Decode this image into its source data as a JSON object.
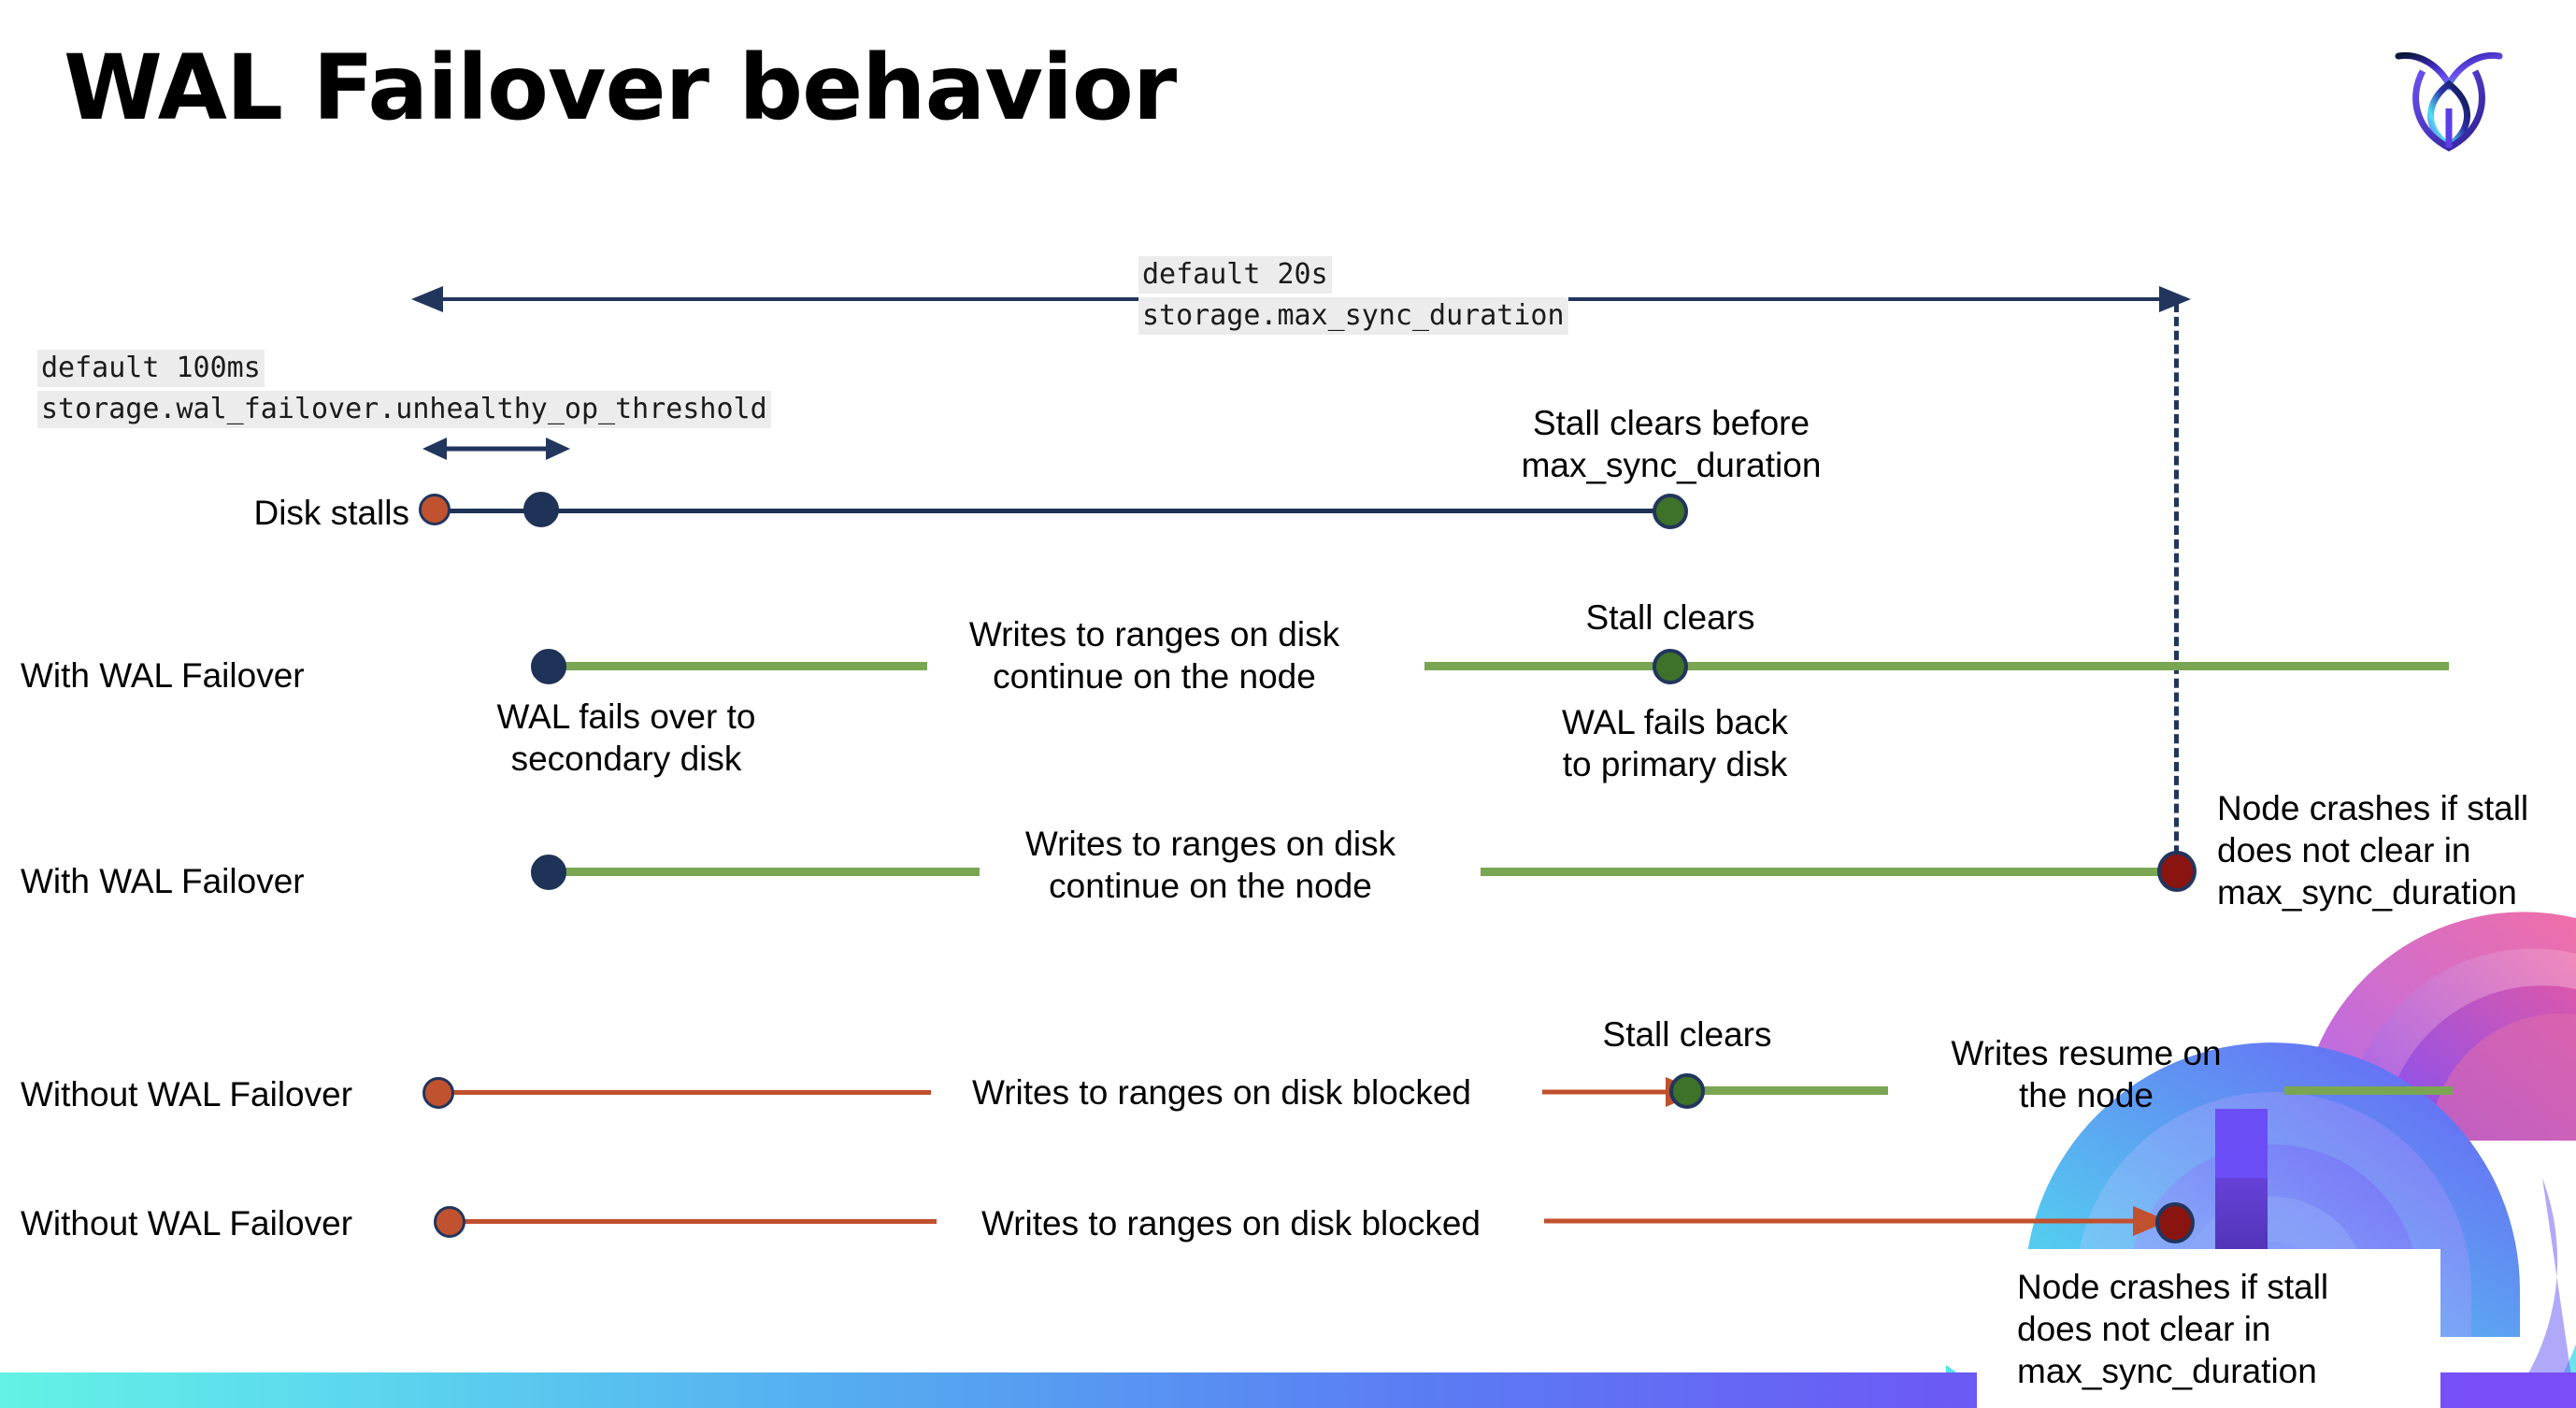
{
  "slide": {
    "title": "WAL Failover behavior",
    "logo_name": "cockroach-labs-logo"
  },
  "settings": {
    "max_sync": {
      "default_text": "default 20s",
      "setting_name": "storage.max_sync_duration"
    },
    "unhealthy_op": {
      "default_text": "default 100ms",
      "setting_name": "storage.wal_failover.unhealthy_op_threshold"
    }
  },
  "rows": [
    {
      "id": "disk-stalls",
      "label": "Disk stalls",
      "annotation": "Stall clears before\nmax_sync_duration",
      "annotation_line1": "Stall clears before",
      "annotation_line2": "max_sync_duration"
    },
    {
      "id": "with-wal-failover-1",
      "label": "With WAL Failover",
      "below_start_line1": "WAL fails over to",
      "below_start_line2": "secondary disk",
      "mid_line1": "Writes to ranges on disk",
      "mid_line2": "continue on the node",
      "above_clear": "Stall clears",
      "below_clear_line1": "WAL fails  back",
      "below_clear_line2": "to primary disk"
    },
    {
      "id": "with-wal-failover-2",
      "label": "With WAL Failover",
      "mid_line1": "Writes to ranges on disk",
      "mid_line2": "continue on the node",
      "crash_line1": "Node crashes if stall",
      "crash_line2": "does not clear in",
      "crash_line3": "max_sync_duration"
    },
    {
      "id": "without-wal-failover-1",
      "label": "Without WAL Failover",
      "mid_text": "Writes to ranges on disk  blocked",
      "above_clear": "Stall clears",
      "resume_line1": "Writes resume on",
      "resume_line2": "the node"
    },
    {
      "id": "without-wal-failover-2",
      "label": "Without WAL Failover",
      "mid_text": "Writes to ranges on disk  blocked",
      "crash_line1": "Node crashes if stall",
      "crash_line2": "does not clear in",
      "crash_line3": "max_sync_duration"
    }
  ],
  "markers": {
    "stall_start": "disk-stall-start-marker",
    "failover_trigger": "failover-trigger-marker",
    "stall_clear": "stall-clear-marker",
    "node_crash": "node-crash-marker"
  },
  "colors": {
    "navy": "#1f3257",
    "green_line": "#7aa653",
    "green_dot": "#3d7228",
    "orange": "#c1502e",
    "orange_dot": "#c1522f",
    "dark_red": "#8a1410",
    "code_bg": "#ececec",
    "text": "#000000"
  }
}
